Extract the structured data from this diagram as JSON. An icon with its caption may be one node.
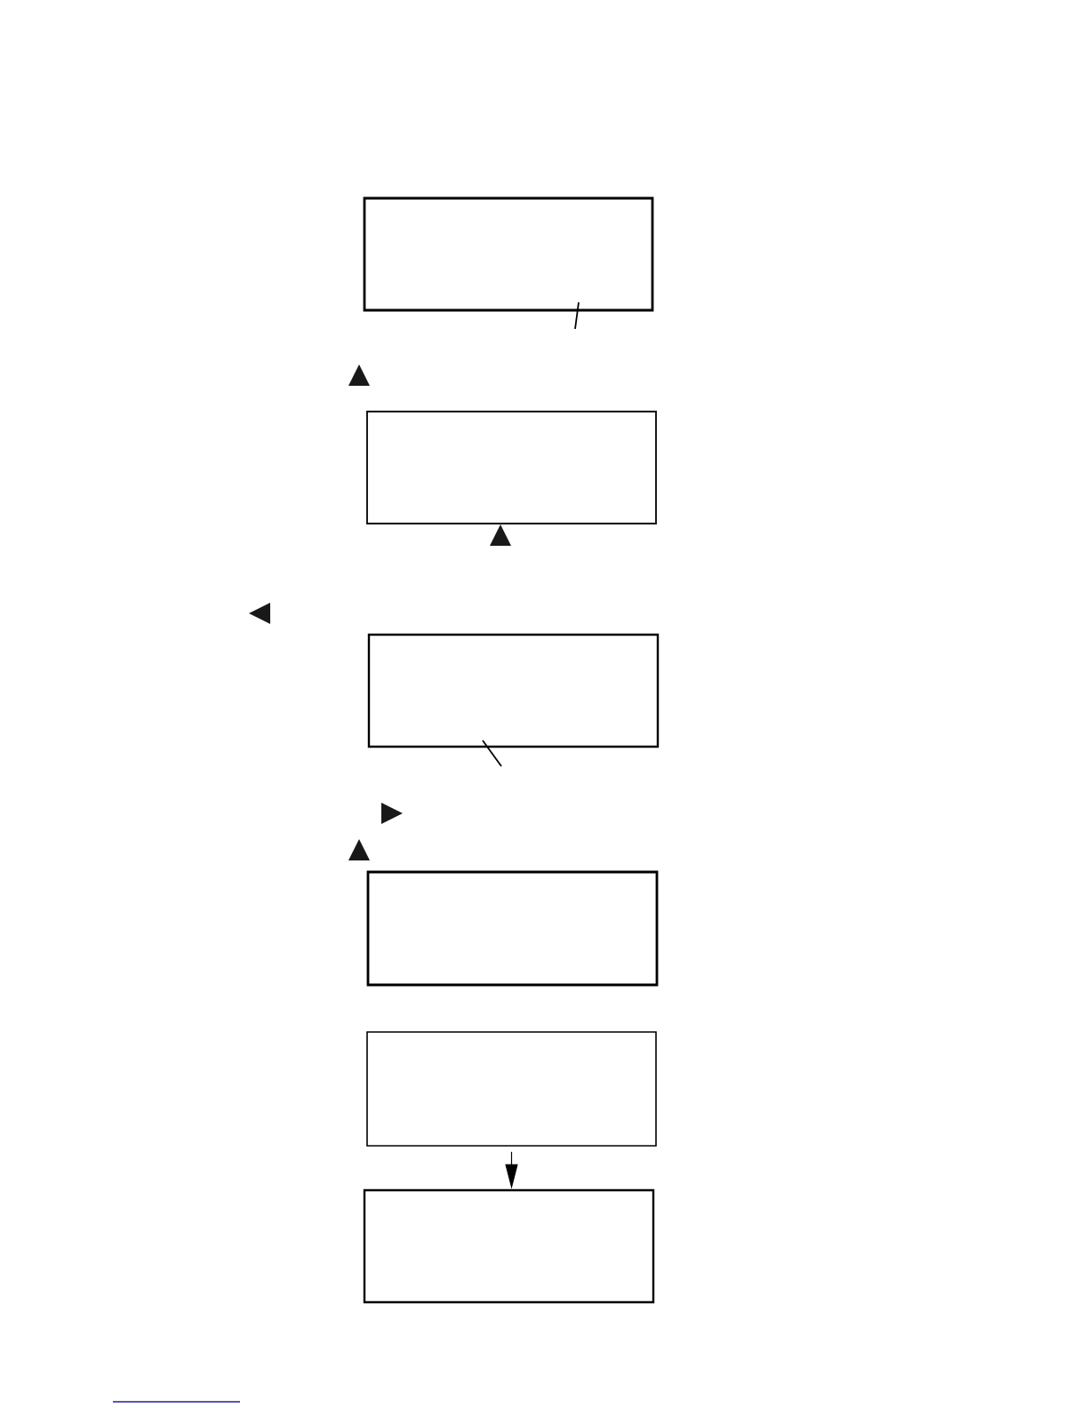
{
  "diagram": {
    "nodes": [
      {
        "text": [],
        "shape": "box"
      },
      {
        "text": [],
        "shape": "box"
      },
      {
        "text": [],
        "shape": "box"
      },
      {
        "text": [],
        "shape": "box"
      },
      {
        "text": [],
        "shape": "box"
      },
      {
        "text": [],
        "shape": "box"
      }
    ],
    "edges": [
      {
        "from": 4,
        "to": 5,
        "arrow": "to"
      }
    ]
  }
}
